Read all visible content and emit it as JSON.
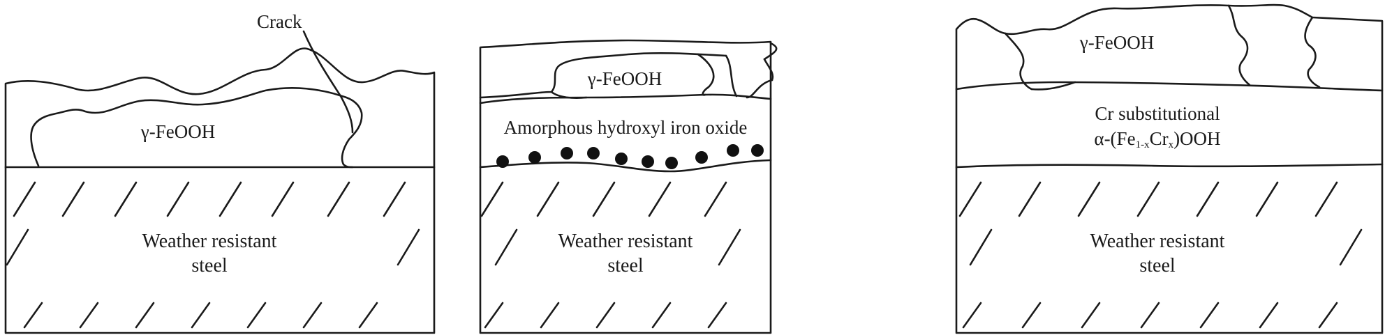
{
  "panels": [
    {
      "rust_label": "γ-FeOOH",
      "crack_label": "Crack",
      "steel_line1": "Weather resistant",
      "steel_line2": "steel"
    },
    {
      "rust_label": "γ-FeOOH",
      "middle_label": "Amorphous hydroxyl iron oxide",
      "steel_line1": "Weather resistant",
      "steel_line2": "steel"
    },
    {
      "rust_label": "γ-FeOOH",
      "middle_line1": "Cr substitutional",
      "middle_line2_prefix": "α-(Fe",
      "middle_line2_sub1": "1-x",
      "middle_line2_mid": "Cr",
      "middle_line2_sub2": "x",
      "middle_line2_suffix": ")OOH",
      "steel_line1": "Weather resistant",
      "steel_line2": "steel"
    }
  ]
}
